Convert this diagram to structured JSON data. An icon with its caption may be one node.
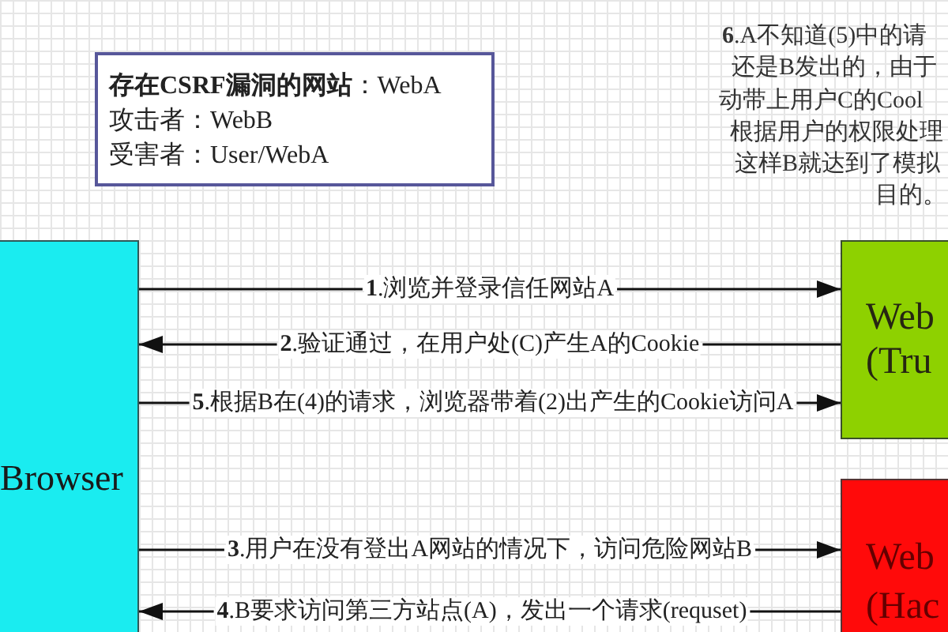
{
  "diagram": {
    "nodes": [
      {
        "text": [
          "**存在CSRF漏洞的网站**：WebA",
          "攻击者：WebB",
          "受害者：User/WebA"
        ]
      },
      {
        "text": [
          "Browser"
        ]
      },
      {
        "text": [
          "Web (Tru"
        ]
      },
      {
        "text": [
          "Web (Hac"
        ]
      }
    ],
    "edges": [
      {
        "from": 1,
        "to": 2,
        "arrow": "to",
        "label": "**1**.浏览并登录信任网站A"
      },
      {
        "from": 2,
        "to": 1,
        "arrow": "to",
        "label": "**2**.验证通过，在用户处(C)产生A的Cookie"
      },
      {
        "from": 1,
        "to": 2,
        "arrow": "to",
        "label": "**5**.根据B在(4)的请求，浏览器带着(2)出产生的Cookie访问A"
      },
      {
        "from": 1,
        "to": 3,
        "arrow": "to",
        "label": "**3**.用户在没有登出A网站的情况下，访问危险网站B"
      },
      {
        "from": 3,
        "to": 1,
        "arrow": "to",
        "label": "**4**.B要求访问第三方站点(A)，发出一个请求(requset)"
      }
    ],
    "labels": [
      "**6**.A不知道(5)中的请",
      "还是B发出的，由于",
      "动带上用户C的Cool",
      "根据用户的权限处理",
      "这样B就达到了模拟",
      "目的。"
    ]
  }
}
